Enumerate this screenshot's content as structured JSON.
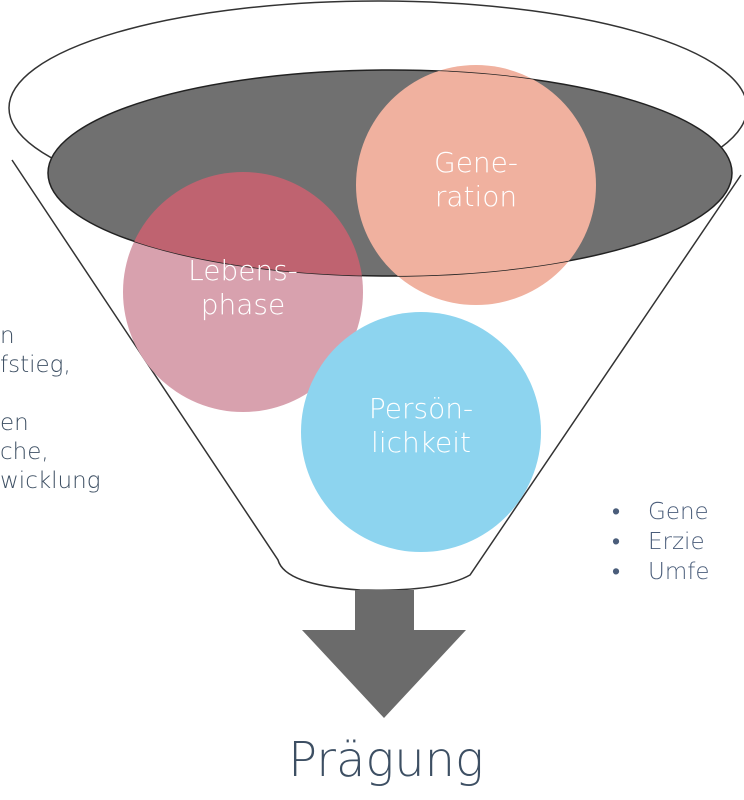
{
  "left_text": {
    "lines": [
      "n",
      "fstieg,",
      "",
      "en",
      "che,",
      "wicklung"
    ]
  },
  "circles": {
    "generation": {
      "line1": "Gene-",
      "line2": "ration",
      "color": "#f0b19f"
    },
    "lebensphase": {
      "line1": "Lebens-",
      "line2": "phase",
      "color": "#d8a1ae"
    },
    "persoenlichkeit": {
      "line1": "Persön-",
      "line2": "lichkeit",
      "color": "#8dd4ef"
    }
  },
  "funnel_top_color": "#707070",
  "overlap_color": "#bf6370",
  "arrow_color": "#6b6b6b",
  "right_list": {
    "items": [
      "Gene",
      "Erzie",
      "Umfe"
    ]
  },
  "output": {
    "label": "Prägung"
  }
}
